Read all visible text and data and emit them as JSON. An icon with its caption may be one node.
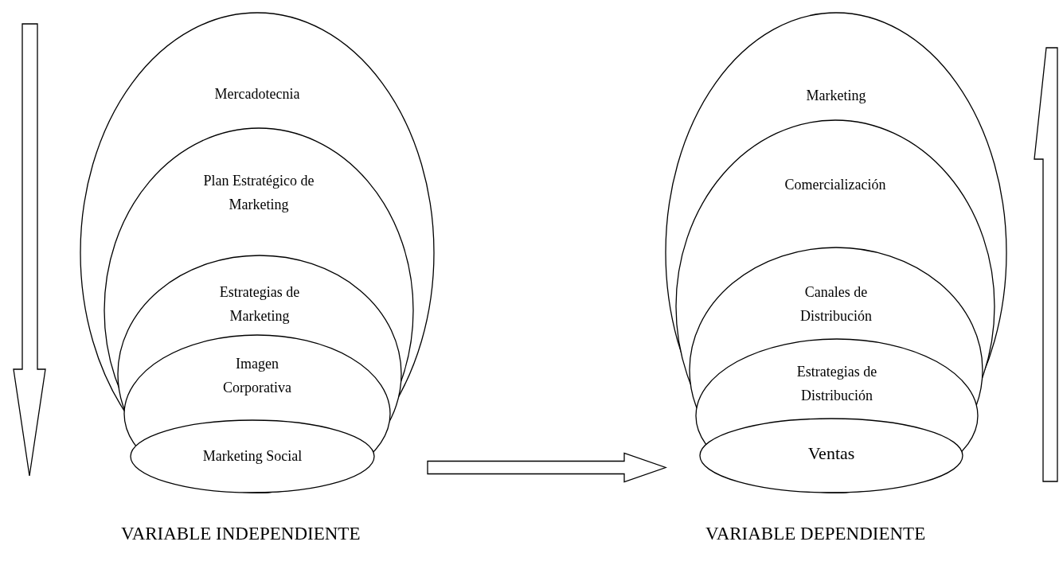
{
  "diagram": {
    "nodes": [
      {
        "text": [
          "Mercadotecnia"
        ]
      },
      {
        "text": [
          "Plan Estratégico de Marketing"
        ],
        "in": 0
      },
      {
        "text": [
          "Estrategias de Marketing"
        ],
        "in": 1
      },
      {
        "text": [
          "Imagen Corporativa"
        ],
        "in": 2
      },
      {
        "text": [
          "Marketing Social"
        ],
        "in": 3
      },
      {
        "text": [
          "Marketing"
        ]
      },
      {
        "text": [
          "Comercialización"
        ],
        "in": 5
      },
      {
        "text": [
          "Canales de Distribución"
        ],
        "in": 6
      },
      {
        "text": [
          "Estrategias de Distribución"
        ],
        "in": 7
      },
      {
        "text": [
          "Ventas"
        ],
        "in": 8
      }
    ],
    "edges": [
      {
        "from": 4,
        "to": 9,
        "arrow": "to"
      }
    ],
    "labels": [
      "VARIABLE INDEPENDIENTE",
      "VARIABLE DEPENDIENTE"
    ]
  }
}
